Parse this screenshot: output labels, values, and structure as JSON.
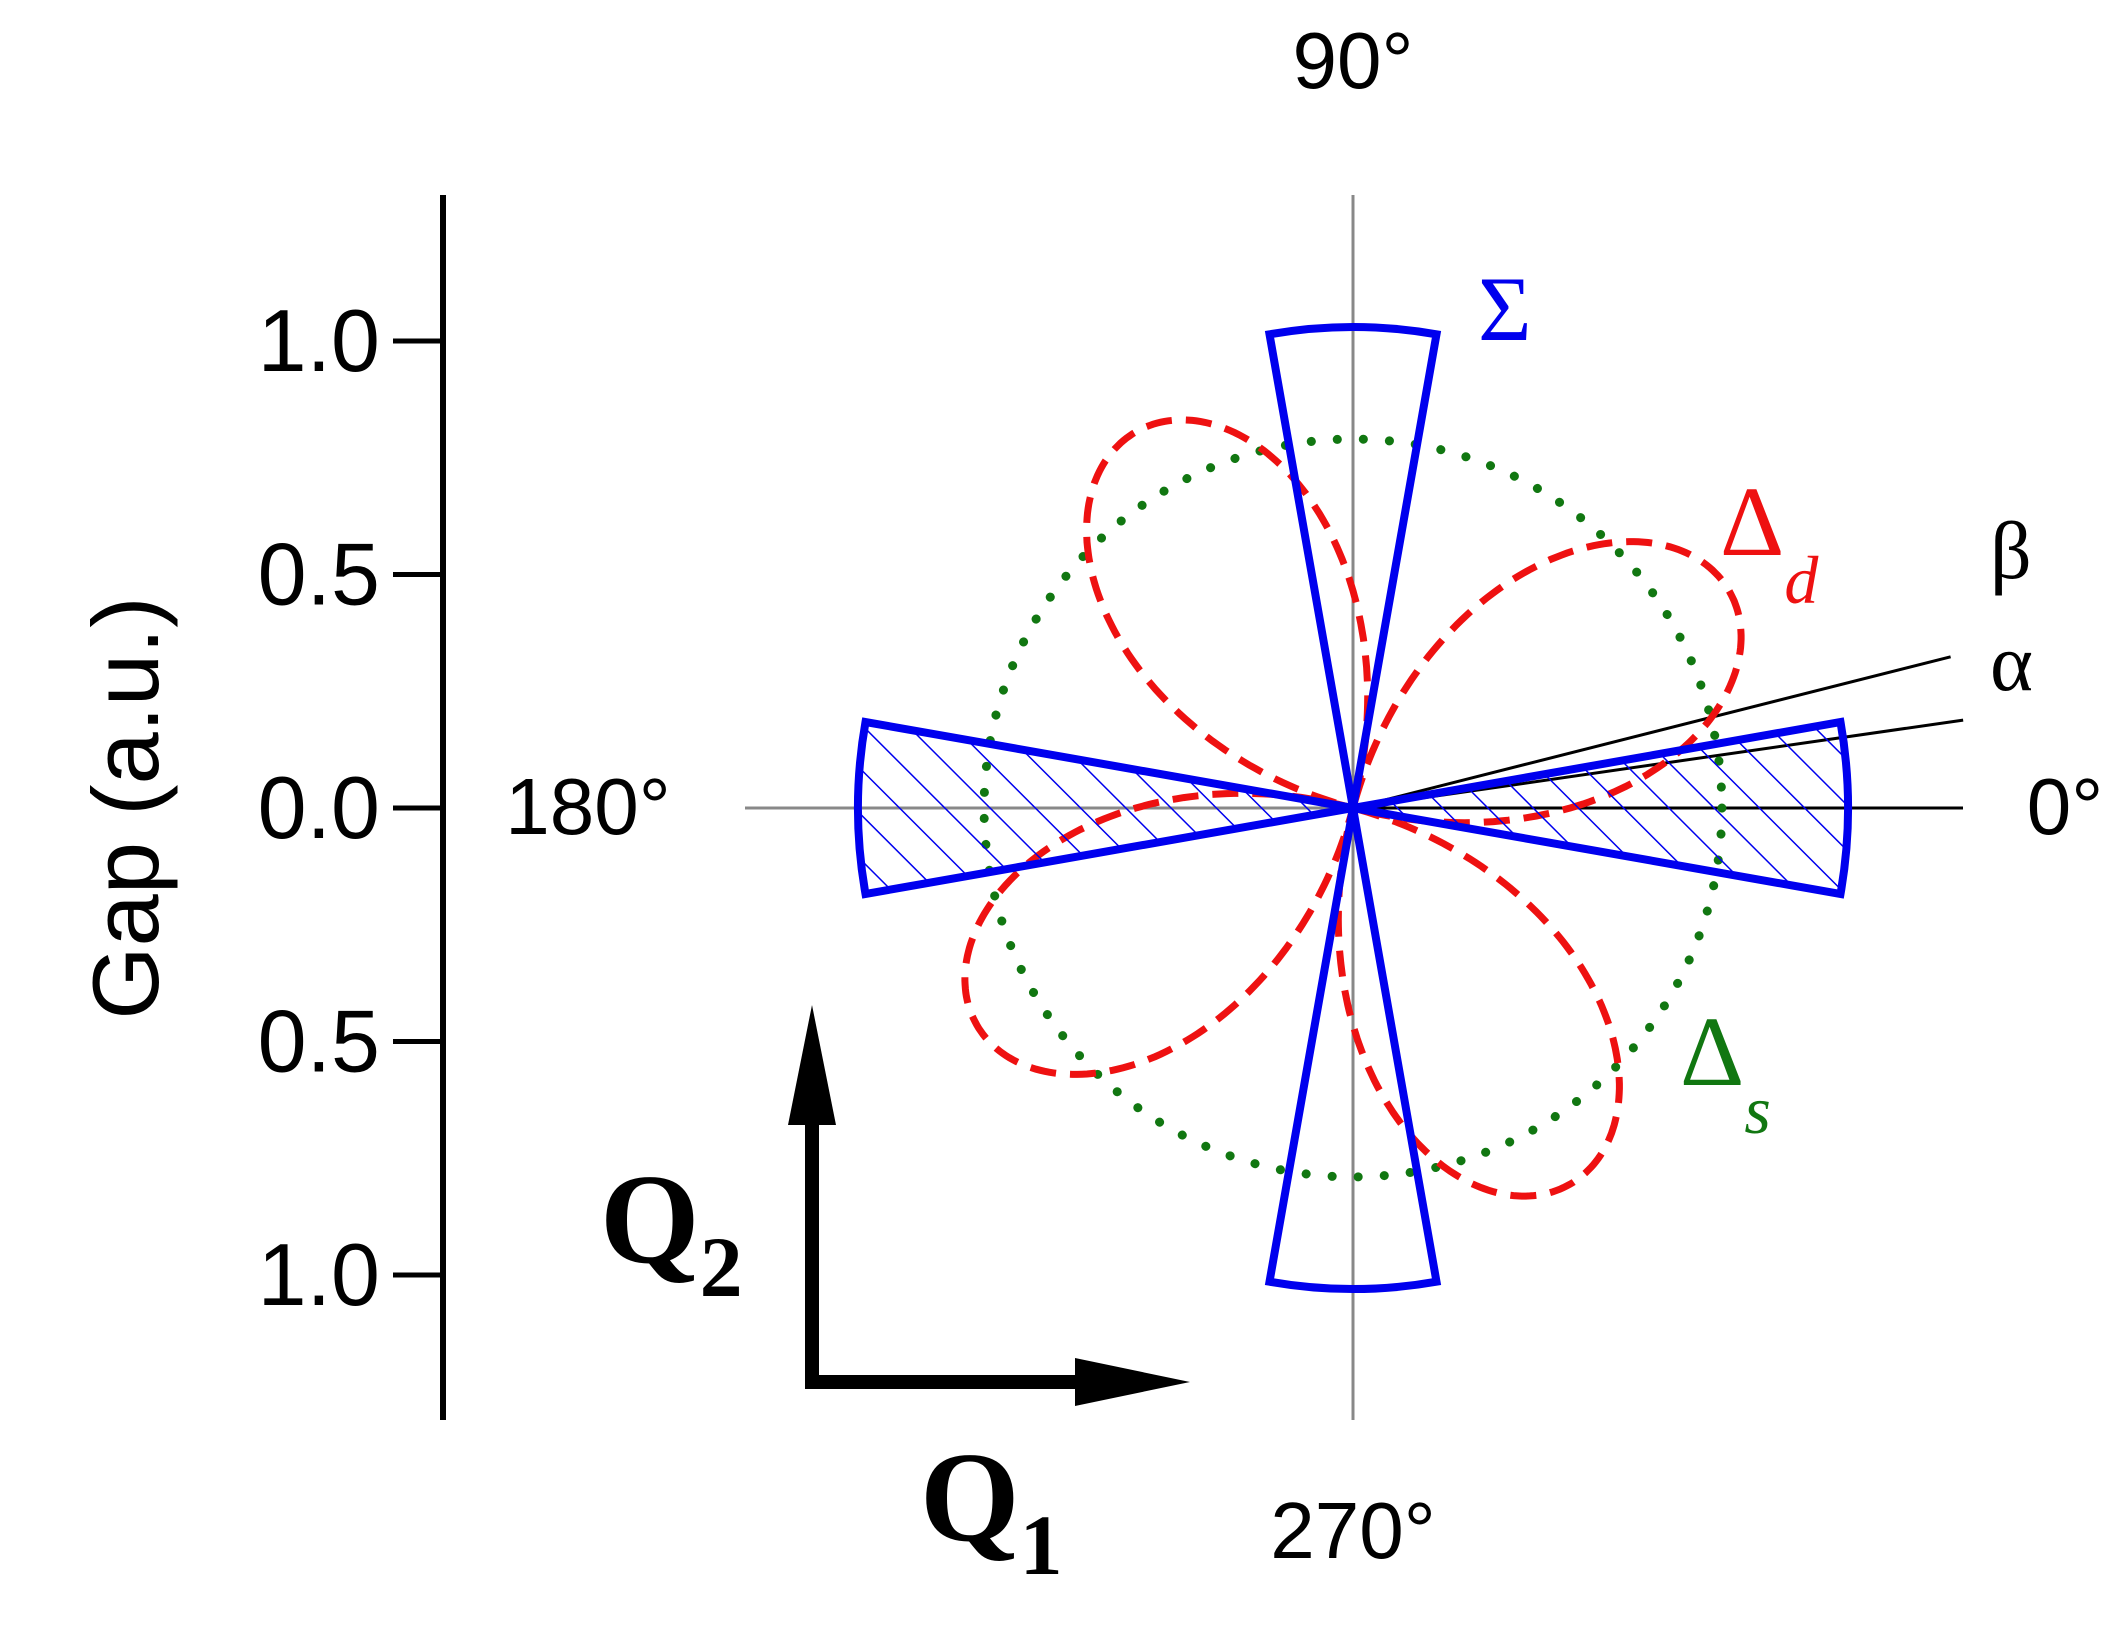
{
  "chart_data": {
    "type": "polar",
    "ylabel": "Gap (a.u.)",
    "y_ticks": [
      "1.0",
      "0.5",
      "0.0",
      "0.5",
      "1.0"
    ],
    "r_max": 1.0,
    "angle_labels": [
      "0°",
      "90°",
      "180°",
      "270°"
    ],
    "lines": [
      {
        "label": "β",
        "angle_deg": 14.2
      },
      {
        "label": "α",
        "angle_deg": 8.2
      }
    ],
    "series": [
      {
        "name": "Σ",
        "kind": "wedges",
        "color": "#0000ee",
        "vertical_wedges": {
          "angles_deg": [
            90,
            270
          ],
          "half_width_deg": 10,
          "r": 1.03,
          "hatched": false
        },
        "horizontal_wedges": {
          "angles_deg": [
            0,
            180
          ],
          "half_width_deg": 10,
          "r": 1.06,
          "hatched": true
        }
      },
      {
        "name": "Δ",
        "subscript": "d",
        "kind": "curve",
        "style": "dashed",
        "color": "#ee1111",
        "gap_formula": "|cos(2(θ-θ0))|",
        "r_max": 0.93,
        "theta0_deg": 30
      },
      {
        "name": "Δ",
        "subscript": "s",
        "kind": "curve",
        "style": "dotted",
        "color": "#117711",
        "gap_formula": "constant",
        "r": 0.79
      }
    ],
    "grid": false
  },
  "axes_labels": {
    "q1": "Q",
    "q1_sub": "1",
    "q2": "Q",
    "q2_sub": "2"
  }
}
